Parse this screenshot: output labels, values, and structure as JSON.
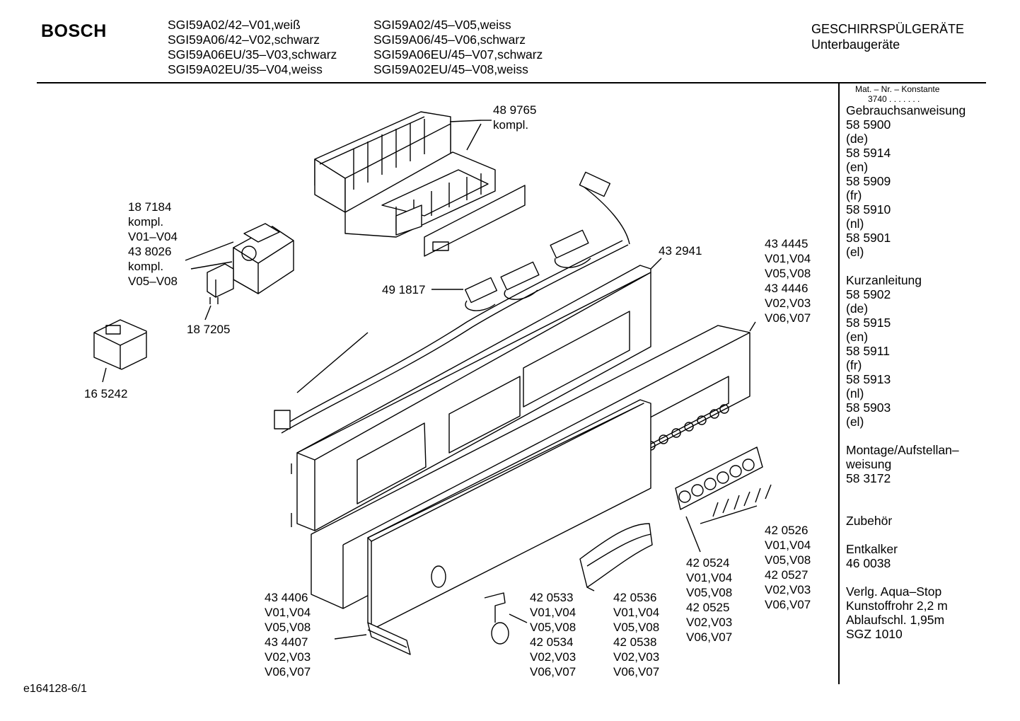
{
  "header": {
    "brand": "BOSCH",
    "models_col1": [
      "SGI59A02/42–V01,weiß",
      "SGI59A06/42–V02,schwarz",
      "SGI59A06EU/35–V03,schwarz",
      "SGI59A02EU/35–V04,weiss"
    ],
    "models_col2": [
      "SGI59A02/45–V05,weiss",
      "SGI59A06/45–V06,schwarz",
      "SGI59A06EU/45–V07,schwarz",
      "SGI59A02EU/45–V08,weiss"
    ],
    "category": "GESCHIRRSPÜLGERÄTE",
    "subcategory": "Unterbaugeräte"
  },
  "sidebar": {
    "matnr_title": "Mat. – Nr. – Konstante",
    "matnr_value": "3740 . . . . . . .",
    "lines": [
      "Gebrauchsanweisung",
      "58 5900",
      "(de)",
      "58 5914",
      "(en)",
      "58 5909",
      "(fr)",
      "58 5910",
      "(nl)",
      "58 5901",
      "(el)",
      "",
      "Kurzanleitung",
      "58 5902",
      "(de)",
      "58 5915",
      "(en)",
      "58 5911",
      "(fr)",
      "58 5913",
      "(nl)",
      "58 5903",
      "(el)",
      "",
      "Montage/Aufstellan–",
      "weisung",
      "58 3172",
      "",
      "",
      "Zubehör",
      "",
      "Entkalker",
      "46 0038",
      "",
      "Verlg. Aqua–Stop",
      "Kunstoffrohr 2,2 m",
      "Ablaufschl. 1,95m",
      "SGZ 1010"
    ]
  },
  "parts": {
    "p489765": [
      "48 9765",
      "kompl."
    ],
    "p187184": [
      "18 7184",
      "kompl.",
      "V01–V04",
      "43 8026",
      "kompl.",
      "V05–V08"
    ],
    "p187205": [
      "18 7205"
    ],
    "p165242": [
      "16 5242"
    ],
    "p491817": [
      "49 1817"
    ],
    "p432941": [
      "43 2941"
    ],
    "p434445": [
      "43 4445",
      "V01,V04",
      "V05,V08",
      "43 4446",
      "V02,V03",
      "V06,V07"
    ],
    "p420526": [
      "42 0526",
      "V01,V04",
      "V05,V08",
      "42 0527",
      "V02,V03",
      "V06,V07"
    ],
    "p420524": [
      "42 0524",
      "V01,V04",
      "V05,V08",
      "42 0525",
      "V02,V03",
      "V06,V07"
    ],
    "p434406": [
      "43 4406",
      "V01,V04",
      "V05,V08",
      "43 4407",
      "V02,V03",
      "V06,V07"
    ],
    "p420533": [
      "42 0533",
      "V01,V04",
      "V05,V08",
      "42 0534",
      "V02,V03",
      "V06,V07"
    ],
    "p420536": [
      "42 0536",
      "V01,V04",
      "V05,V08",
      "42 0538",
      "V02,V03",
      "V06,V07"
    ]
  },
  "footer": {
    "code": "e164128-6/1"
  }
}
